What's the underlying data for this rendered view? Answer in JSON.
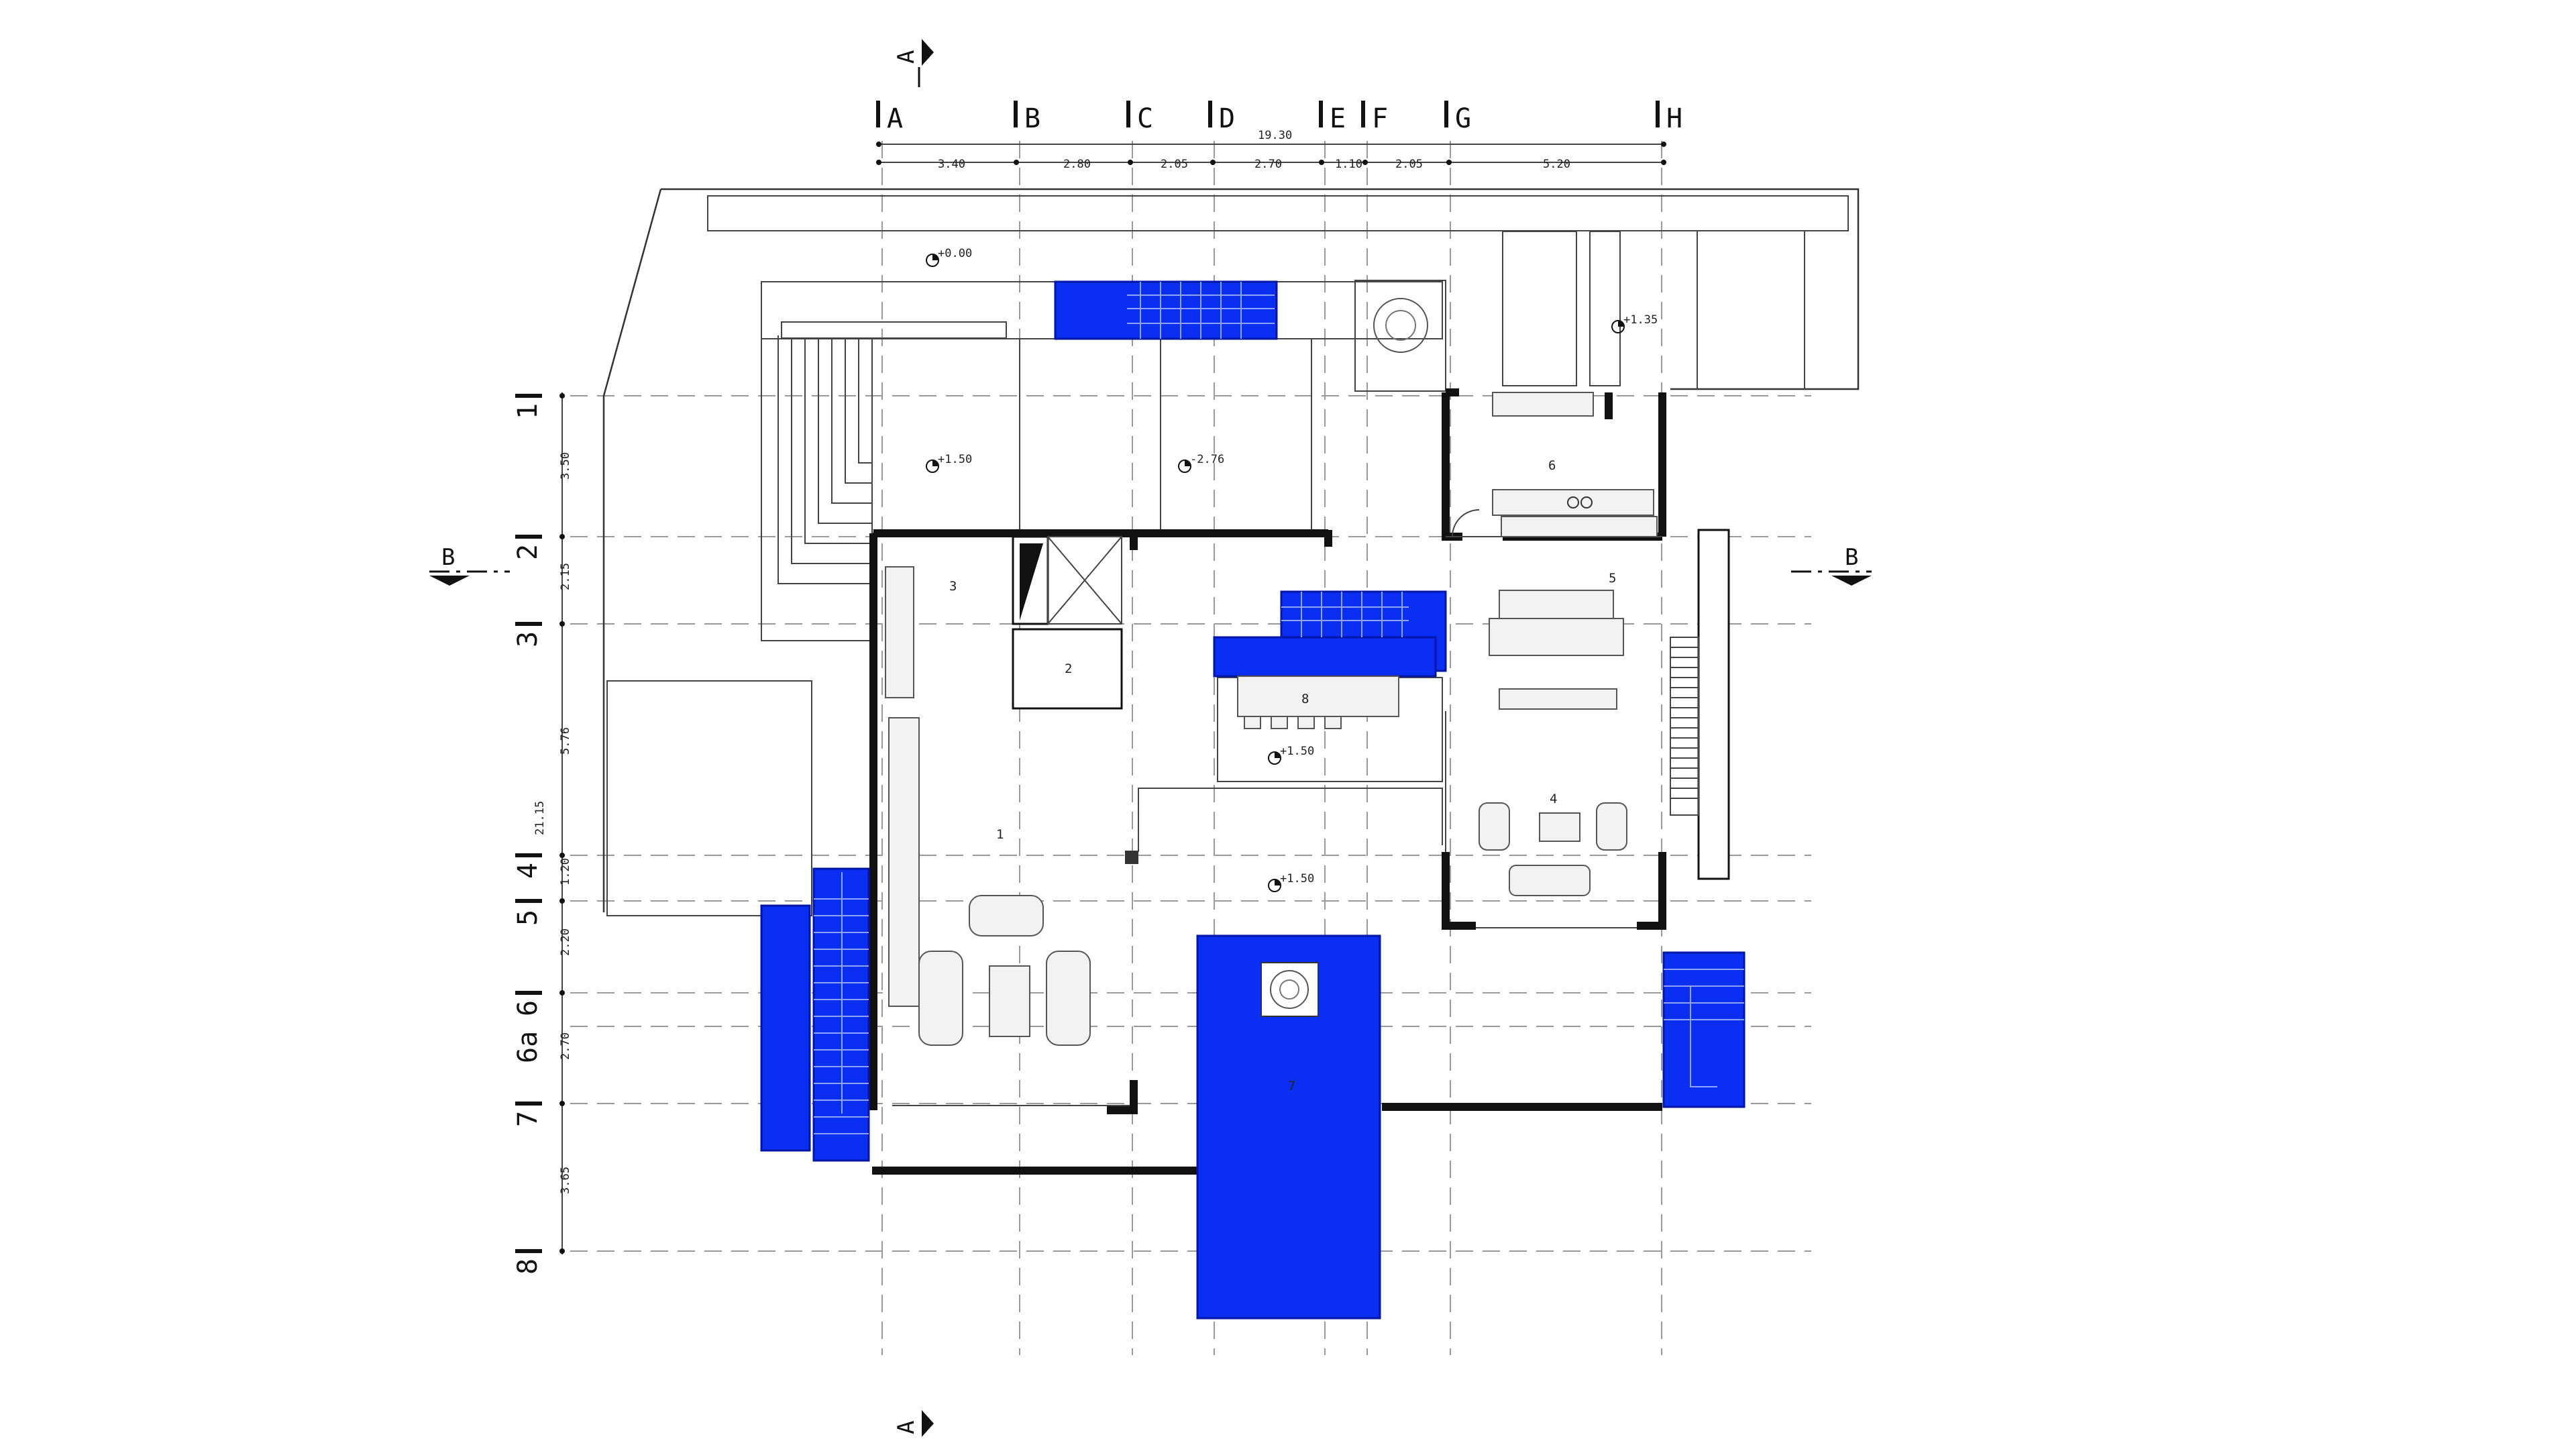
{
  "grid_columns": [
    "A",
    "B",
    "C",
    "D",
    "E",
    "F",
    "G",
    "H"
  ],
  "grid_rows": [
    "1",
    "2",
    "3",
    "4",
    "5",
    "6",
    "6a",
    "7",
    "8"
  ],
  "column_dimensions": [
    "3.40",
    "2.80",
    "2.05",
    "2.70",
    "1.10",
    "2.05",
    "5.20"
  ],
  "column_total": "19.30",
  "row_dimensions": [
    "3.50",
    "2.15",
    "5.76",
    "1.20",
    "2.20",
    "2.70",
    "3.65"
  ],
  "row_total": "21.15",
  "section_markers": {
    "a": "A",
    "b": "B"
  },
  "levels": [
    "+0.00",
    "+1.35",
    "+1.50",
    "-2.76",
    "+1.50",
    "+1.50"
  ],
  "rooms": [
    "1",
    "2",
    "3",
    "4",
    "5",
    "6",
    "7",
    "8"
  ],
  "colors": {
    "accent": "#0a2ef2",
    "line": "#111111",
    "grid": "#9a9a9a"
  }
}
